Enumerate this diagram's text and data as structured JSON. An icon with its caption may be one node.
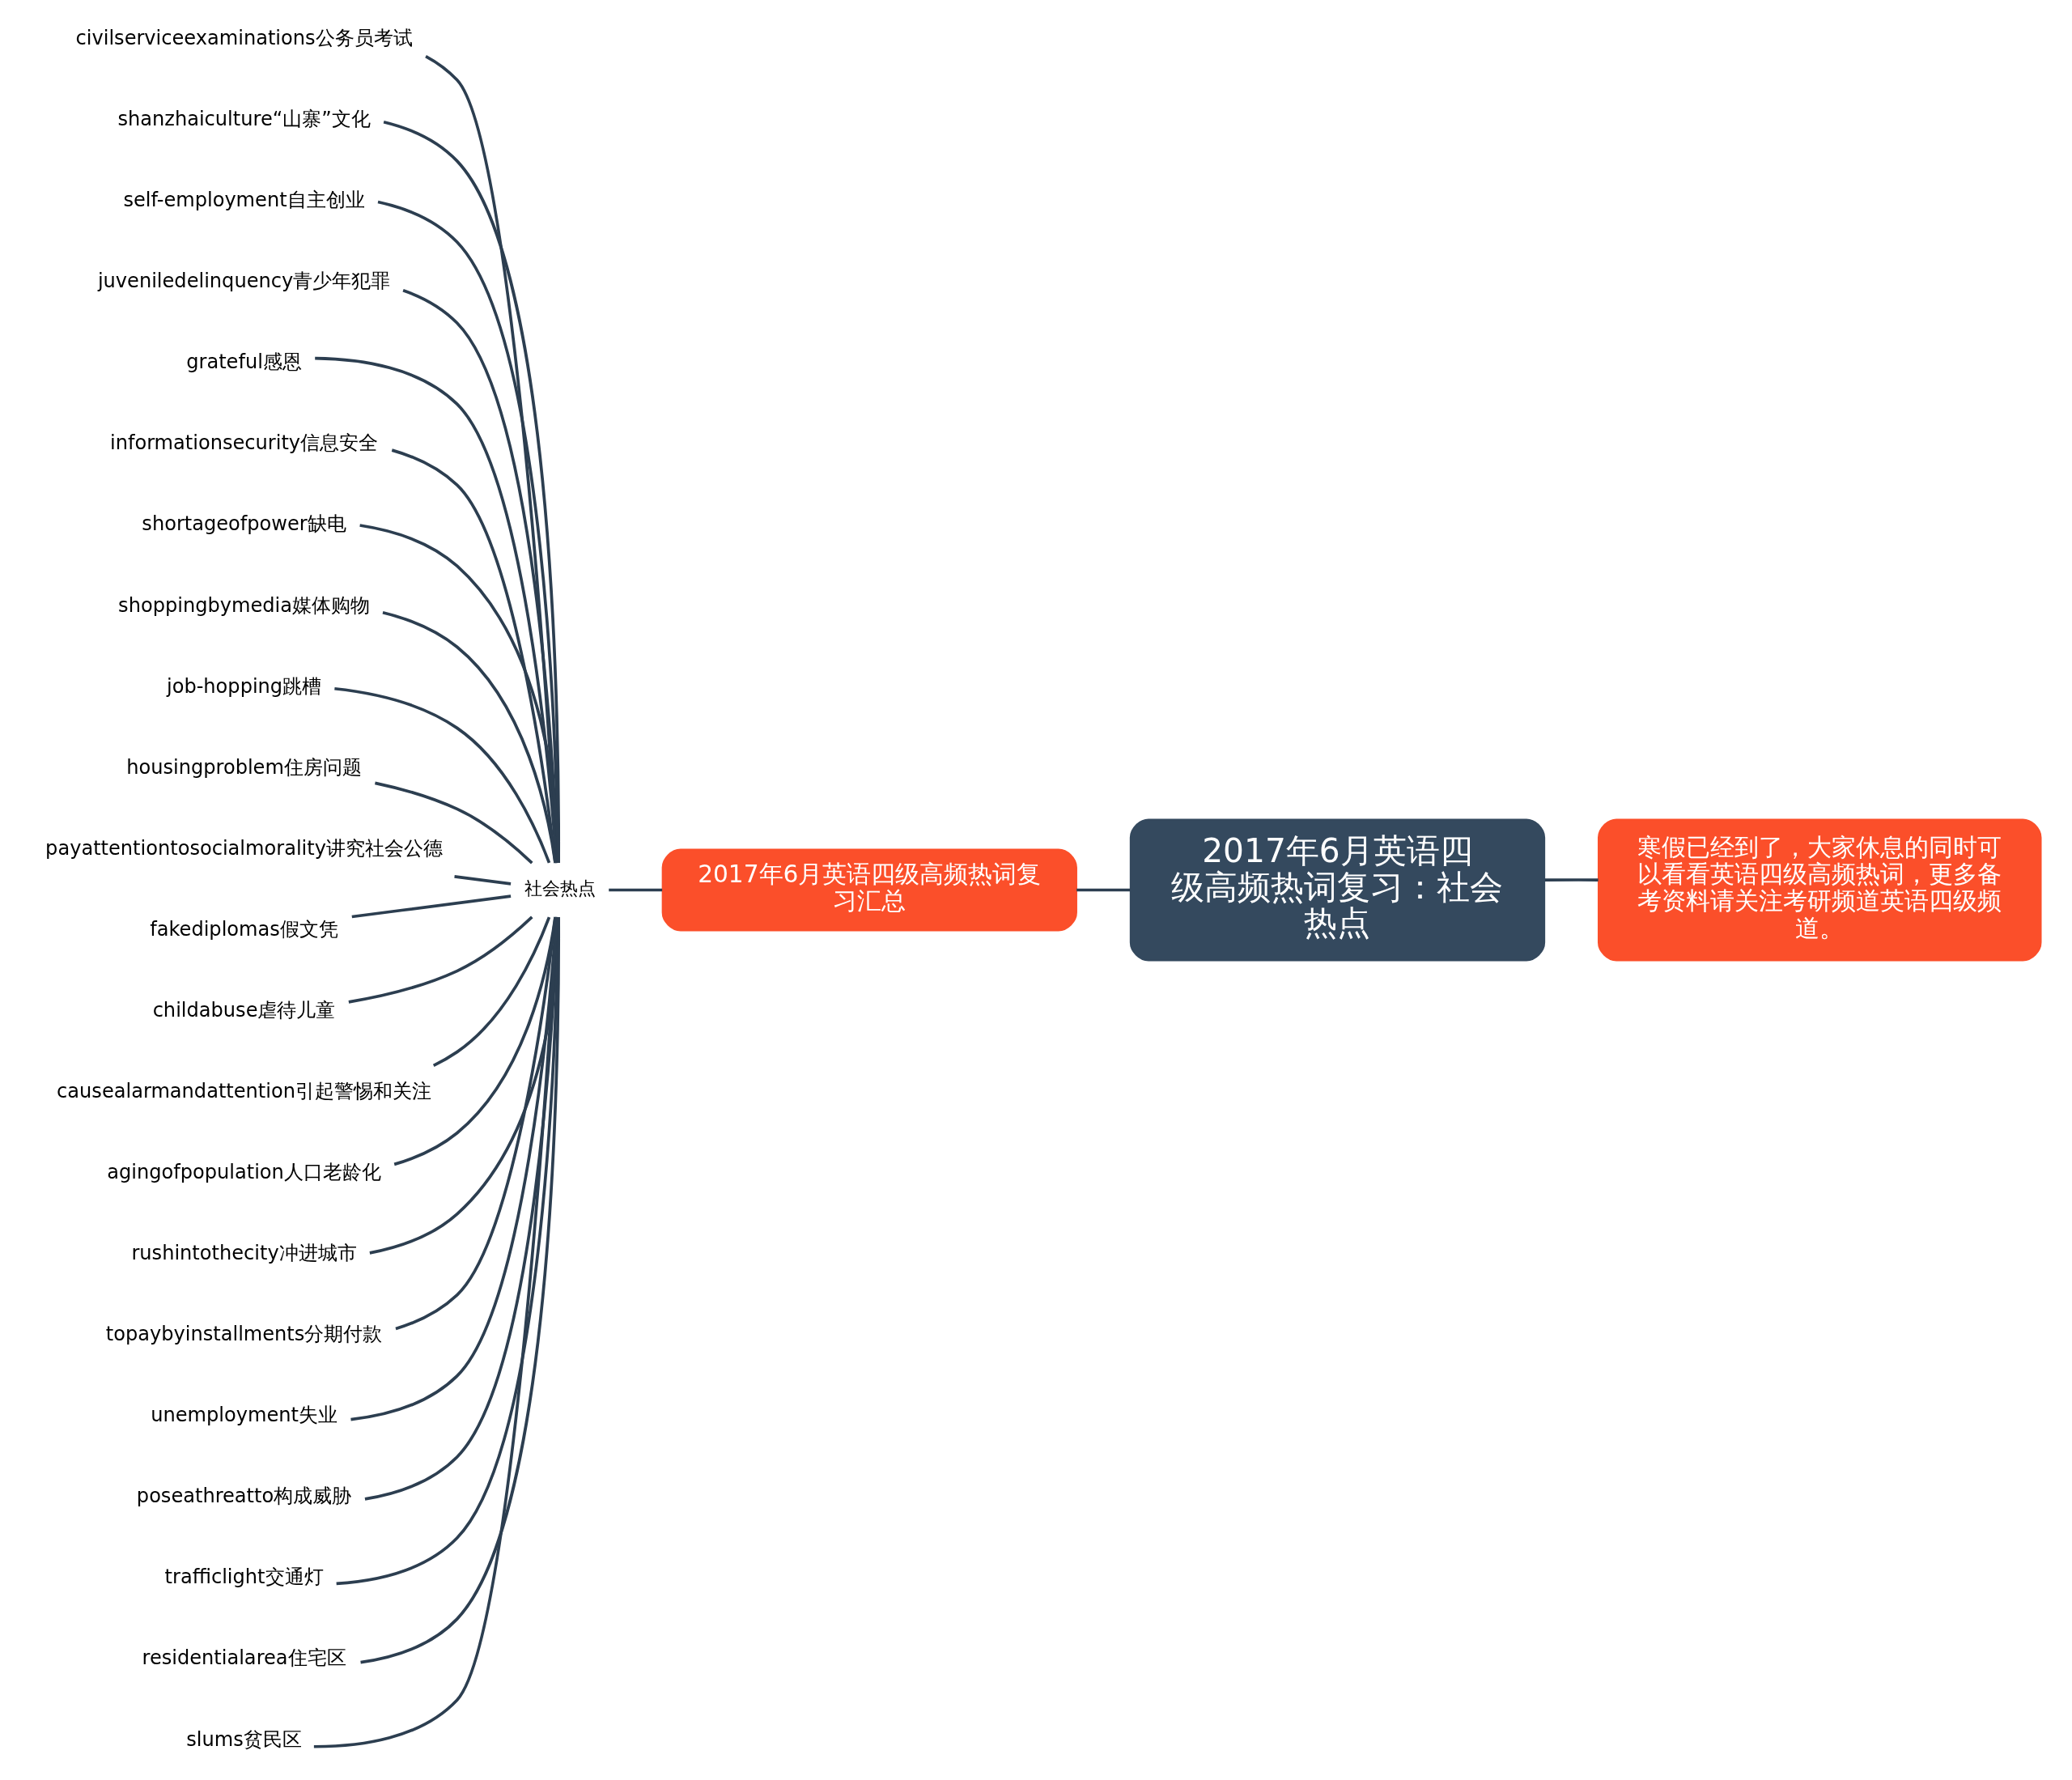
{
  "diagram": {
    "nodes": [
      {
        "text": [
          "2017年6月英语四级高频热词复习：社会热点"
        ]
      },
      {
        "text": [
          "2017年6月英语四级高频热词复习汇总"
        ]
      },
      {
        "text": [
          "寒假已经到了，大家休息的同时可以看看英语四级高频热词，更多备考资料请关注考研频道英语四级频道。"
        ]
      },
      {
        "text": [
          "社会热点"
        ]
      },
      {
        "text": [
          "civilserviceexaminations公务员考试"
        ]
      },
      {
        "text": [
          "shanzhaiculture“山寨”文化"
        ]
      },
      {
        "text": [
          "self-employment自主创业"
        ]
      },
      {
        "text": [
          "juveniledelinquency青少年犯罪"
        ]
      },
      {
        "text": [
          "grateful感恩"
        ]
      },
      {
        "text": [
          "informationsecurity信息安全"
        ]
      },
      {
        "text": [
          "shortageofpower缺电"
        ]
      },
      {
        "text": [
          "shoppingbymedia媒体购物"
        ]
      },
      {
        "text": [
          "job-hopping跳槽"
        ]
      },
      {
        "text": [
          "housingproblem住房问题"
        ]
      },
      {
        "text": [
          "payattentiontosocialmorality讲究社会公德"
        ]
      },
      {
        "text": [
          "fakediplomas假文凭"
        ]
      },
      {
        "text": [
          "childabuse虐待儿童"
        ]
      },
      {
        "text": [
          "causealarmandattention引起警惕和关注"
        ]
      },
      {
        "text": [
          "agingofpopulation人口老龄化"
        ]
      },
      {
        "text": [
          "rushintothecity冲进城市"
        ]
      },
      {
        "text": [
          "topaybyinstallments分期付款"
        ]
      },
      {
        "text": [
          "unemployment失业"
        ]
      },
      {
        "text": [
          "poseathreatto构成威胁"
        ]
      },
      {
        "text": [
          "trafficlight交通灯"
        ]
      },
      {
        "text": [
          "residentialarea住宅区"
        ]
      },
      {
        "text": [
          "slums贫民区"
        ]
      }
    ],
    "edges": [
      {
        "from": 0,
        "to": 1,
        "arrow": "none"
      },
      {
        "from": 0,
        "to": 2,
        "arrow": "none"
      },
      {
        "from": 1,
        "to": 3,
        "arrow": "none"
      },
      {
        "from": 3,
        "to": 4,
        "arrow": "none"
      },
      {
        "from": 3,
        "to": 5,
        "arrow": "none"
      },
      {
        "from": 3,
        "to": 6,
        "arrow": "none"
      },
      {
        "from": 3,
        "to": 7,
        "arrow": "none"
      },
      {
        "from": 3,
        "to": 8,
        "arrow": "none"
      },
      {
        "from": 3,
        "to": 9,
        "arrow": "none"
      },
      {
        "from": 3,
        "to": 10,
        "arrow": "none"
      },
      {
        "from": 3,
        "to": 11,
        "arrow": "none"
      },
      {
        "from": 3,
        "to": 12,
        "arrow": "none"
      },
      {
        "from": 3,
        "to": 13,
        "arrow": "none"
      },
      {
        "from": 3,
        "to": 14,
        "arrow": "none"
      },
      {
        "from": 3,
        "to": 15,
        "arrow": "none"
      },
      {
        "from": 3,
        "to": 16,
        "arrow": "none"
      },
      {
        "from": 3,
        "to": 17,
        "arrow": "none"
      },
      {
        "from": 3,
        "to": 18,
        "arrow": "none"
      },
      {
        "from": 3,
        "to": 19,
        "arrow": "none"
      },
      {
        "from": 3,
        "to": 20,
        "arrow": "none"
      },
      {
        "from": 3,
        "to": 21,
        "arrow": "none"
      },
      {
        "from": 3,
        "to": 22,
        "arrow": "none"
      },
      {
        "from": 3,
        "to": 23,
        "arrow": "none"
      },
      {
        "from": 3,
        "to": 24,
        "arrow": "none"
      },
      {
        "from": 3,
        "to": 25,
        "arrow": "none"
      }
    ]
  }
}
